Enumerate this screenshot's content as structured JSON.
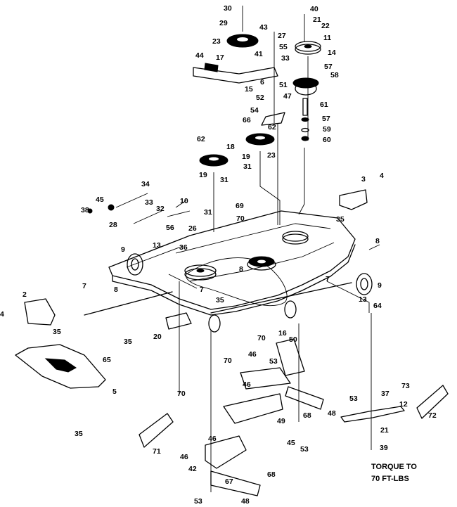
{
  "callouts": [
    {
      "id": "c-30",
      "text": "30"
    },
    {
      "id": "c-29",
      "text": "29"
    },
    {
      "id": "c-23a",
      "text": "23"
    },
    {
      "id": "c-43",
      "text": "43"
    },
    {
      "id": "c-27",
      "text": "27"
    },
    {
      "id": "c-55",
      "text": "55"
    },
    {
      "id": "c-41",
      "text": "41"
    },
    {
      "id": "c-33a",
      "text": "33"
    },
    {
      "id": "c-17",
      "text": "17"
    },
    {
      "id": "c-44",
      "text": "44"
    },
    {
      "id": "c-15",
      "text": "15"
    },
    {
      "id": "c-6",
      "text": "6"
    },
    {
      "id": "c-51",
      "text": "51"
    },
    {
      "id": "c-52",
      "text": "52"
    },
    {
      "id": "c-47",
      "text": "47"
    },
    {
      "id": "c-54",
      "text": "54"
    },
    {
      "id": "c-66",
      "text": "66"
    },
    {
      "id": "c-40",
      "text": "40"
    },
    {
      "id": "c-21a",
      "text": "21"
    },
    {
      "id": "c-22",
      "text": "22"
    },
    {
      "id": "c-11",
      "text": "11"
    },
    {
      "id": "c-14",
      "text": "14"
    },
    {
      "id": "c-57a",
      "text": "57"
    },
    {
      "id": "c-58",
      "text": "58"
    },
    {
      "id": "c-61",
      "text": "61"
    },
    {
      "id": "c-57b",
      "text": "57"
    },
    {
      "id": "c-59",
      "text": "59"
    },
    {
      "id": "c-60",
      "text": "60"
    },
    {
      "id": "c-62a",
      "text": "62"
    },
    {
      "id": "c-23b",
      "text": "23"
    },
    {
      "id": "c-19a",
      "text": "19"
    },
    {
      "id": "c-31a",
      "text": "31"
    },
    {
      "id": "c-62b",
      "text": "62"
    },
    {
      "id": "c-18",
      "text": "18"
    },
    {
      "id": "c-19b",
      "text": "19"
    },
    {
      "id": "c-31b",
      "text": "31"
    },
    {
      "id": "c-34",
      "text": "34"
    },
    {
      "id": "c-45",
      "text": "45"
    },
    {
      "id": "c-38",
      "text": "38"
    },
    {
      "id": "c-28",
      "text": "28"
    },
    {
      "id": "c-33b",
      "text": "33"
    },
    {
      "id": "c-32",
      "text": "32"
    },
    {
      "id": "c-10",
      "text": "10"
    },
    {
      "id": "c-31c",
      "text": "31"
    },
    {
      "id": "c-69",
      "text": "69"
    },
    {
      "id": "c-70a",
      "text": "70"
    },
    {
      "id": "c-56",
      "text": "56"
    },
    {
      "id": "c-26",
      "text": "26"
    },
    {
      "id": "c-3",
      "text": "3"
    },
    {
      "id": "c-4a",
      "text": "4"
    },
    {
      "id": "c-35a",
      "text": "35"
    },
    {
      "id": "c-8a",
      "text": "8"
    },
    {
      "id": "c-9a",
      "text": "9"
    },
    {
      "id": "c-13a",
      "text": "13"
    },
    {
      "id": "c-36",
      "text": "36"
    },
    {
      "id": "c-8b",
      "text": "8"
    },
    {
      "id": "c-8c",
      "text": "8"
    },
    {
      "id": "c-7a",
      "text": "7"
    },
    {
      "id": "c-2",
      "text": "2"
    },
    {
      "id": "c-4b",
      "text": "4"
    },
    {
      "id": "c-35b",
      "text": "35"
    },
    {
      "id": "c-35c",
      "text": "35"
    },
    {
      "id": "c-65",
      "text": "65"
    },
    {
      "id": "c-5",
      "text": "5"
    },
    {
      "id": "c-35d",
      "text": "35"
    },
    {
      "id": "c-7b",
      "text": "7"
    },
    {
      "id": "c-35e",
      "text": "35"
    },
    {
      "id": "c-20",
      "text": "20"
    },
    {
      "id": "c-70b",
      "text": "70"
    },
    {
      "id": "c-70c",
      "text": "70"
    },
    {
      "id": "c-70d",
      "text": "70"
    },
    {
      "id": "c-7c",
      "text": "7"
    },
    {
      "id": "c-9b",
      "text": "9"
    },
    {
      "id": "c-13b",
      "text": "13"
    },
    {
      "id": "c-64",
      "text": "64"
    },
    {
      "id": "c-16",
      "text": "16"
    },
    {
      "id": "c-50",
      "text": "50"
    },
    {
      "id": "c-46a",
      "text": "46"
    },
    {
      "id": "c-53a",
      "text": "53"
    },
    {
      "id": "c-46b",
      "text": "46"
    },
    {
      "id": "c-48a",
      "text": "48"
    },
    {
      "id": "c-49",
      "text": "49"
    },
    {
      "id": "c-68a",
      "text": "68"
    },
    {
      "id": "c-45b",
      "text": "45"
    },
    {
      "id": "c-53b",
      "text": "53"
    },
    {
      "id": "c-53c",
      "text": "53"
    },
    {
      "id": "c-37",
      "text": "37"
    },
    {
      "id": "c-73",
      "text": "73"
    },
    {
      "id": "c-12",
      "text": "12"
    },
    {
      "id": "c-72",
      "text": "72"
    },
    {
      "id": "c-21b",
      "text": "21"
    },
    {
      "id": "c-39",
      "text": "39"
    },
    {
      "id": "c-71",
      "text": "71"
    },
    {
      "id": "c-46c",
      "text": "46"
    },
    {
      "id": "c-46d",
      "text": "46"
    },
    {
      "id": "c-42",
      "text": "42"
    },
    {
      "id": "c-68b",
      "text": "68"
    },
    {
      "id": "c-67",
      "text": "67"
    },
    {
      "id": "c-53d",
      "text": "53"
    },
    {
      "id": "c-48b",
      "text": "48"
    }
  ],
  "note": {
    "line1": "TORQUE TO",
    "line2": "70 FT-LBS"
  }
}
